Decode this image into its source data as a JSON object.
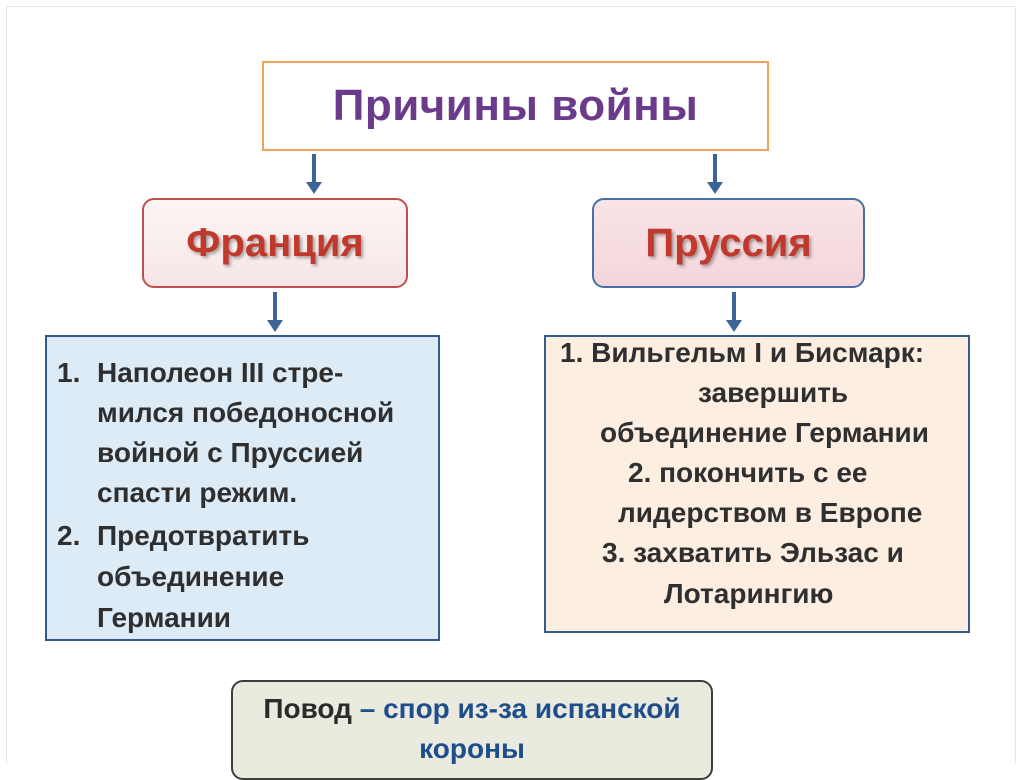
{
  "title": "Причины войны",
  "left": {
    "country": "Франция",
    "reasons": {
      "r1_num": "1.",
      "r1_line1": "Наполеон III  стре-",
      "r1_line2": "мился победоносной",
      "r1_line3": "войной с Пруссией",
      "r1_line4": "спасти режим.",
      "r2_num": "2.",
      "r2_line1": "Предотвратить",
      "r2_line2": "объединение",
      "r2_line3": "Германии"
    }
  },
  "right": {
    "country": "Пруссия",
    "reasons": {
      "line1": "1.  Вильгельм I  и Бисмарк:",
      "line2": "завершить",
      "line3": "объединение Германии",
      "line4": "2.  покончить с ее",
      "line5": "лидерством в Европе",
      "line6": "3. захватить Эльзас и",
      "line7": "Лотарингию"
    }
  },
  "pretext": {
    "word": "Повод",
    "rest1": " – спор из-за испанской",
    "rest2": "короны"
  },
  "colors": {
    "title": "#6b3a8a",
    "country_text": "#c0392b",
    "arrow": "#3d6496",
    "left_box_bg": "#dcebf5",
    "right_box_bg": "#fdeee2",
    "pretext_bg": "#eaeadf"
  }
}
